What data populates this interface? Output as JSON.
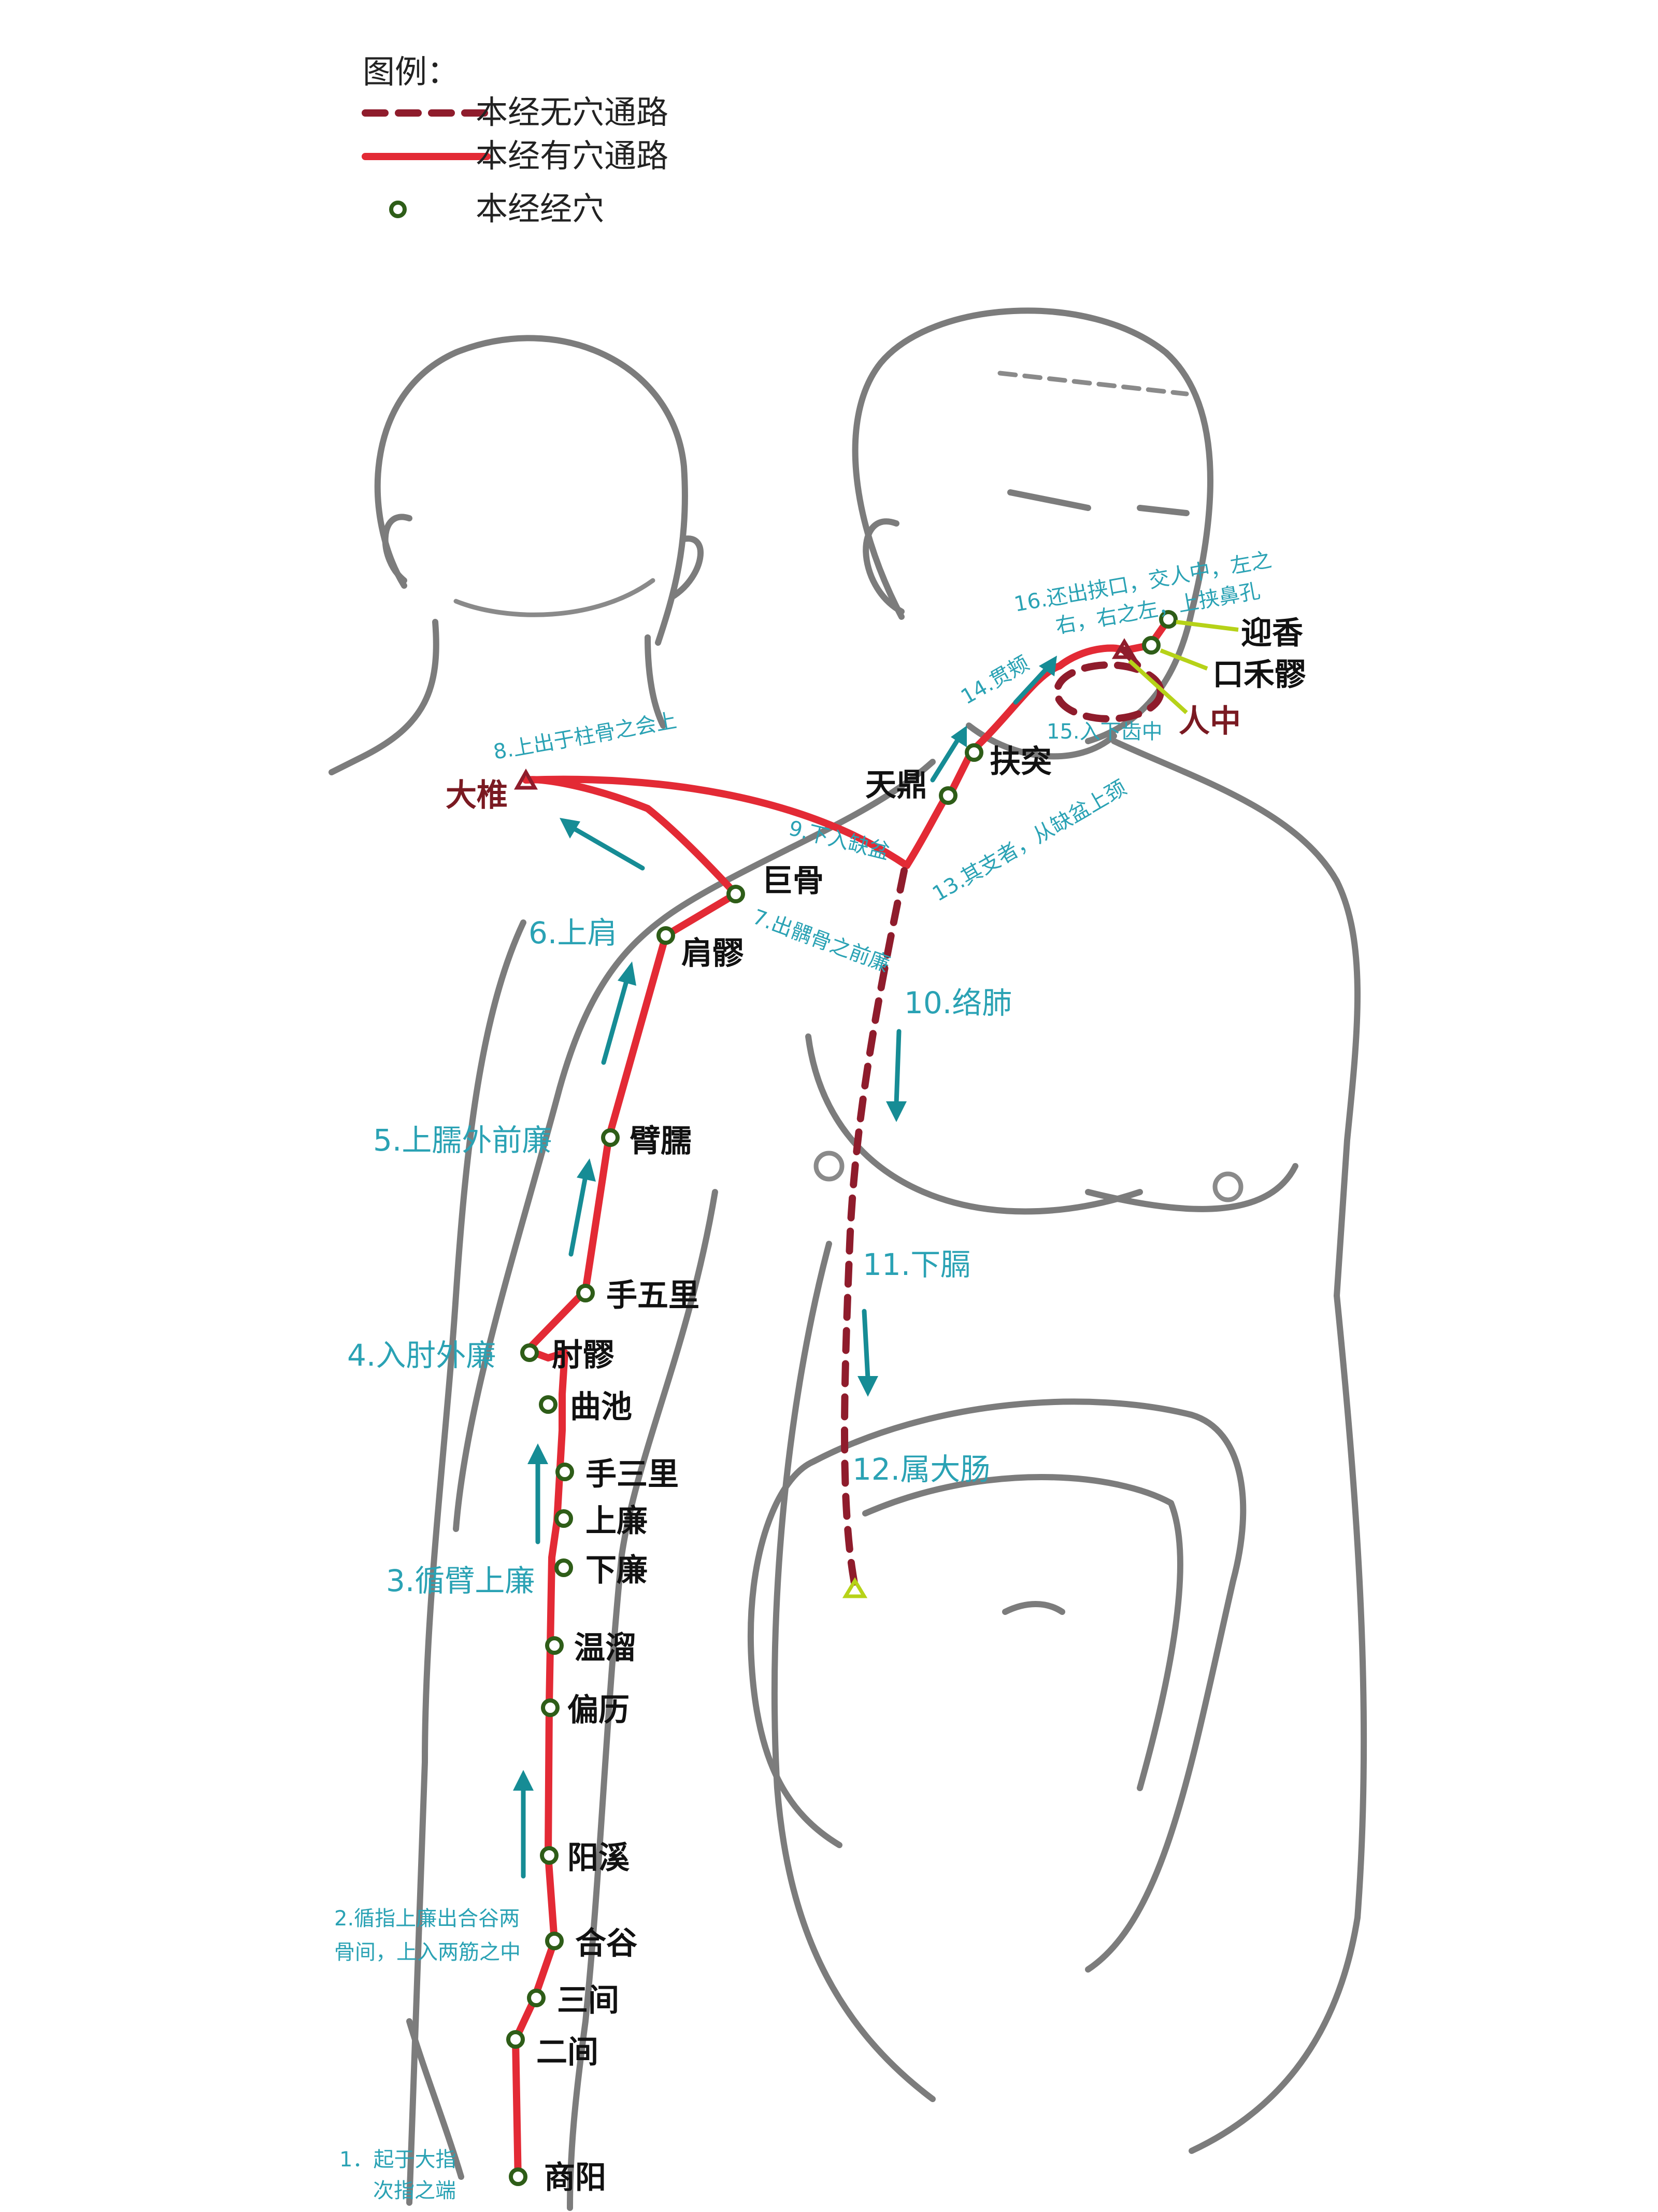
{
  "legend": {
    "title": "图例：",
    "items": [
      {
        "label": "本经无穴通路"
      },
      {
        "label": "本经有穴通路"
      },
      {
        "label": "本经经穴"
      }
    ]
  },
  "colors": {
    "solid_path": "#e32a35",
    "dashed_path": "#8f1c2c",
    "point_stroke": "#2e5d18",
    "step_text": "#2aa2b4",
    "arrow": "#168c95",
    "outline": "#7c7c7c",
    "special_label": "#7a1a22",
    "leader": "#b6d218"
  },
  "acupoints": {
    "shangyang": "商阳",
    "erjian": "二间",
    "sanjian": "三间",
    "hegu": "合谷",
    "yangxi": "阳溪",
    "pianli": "偏历",
    "wenliu": "温溜",
    "xialian": "下廉",
    "shanglian": "上廉",
    "shousanli": "手三里",
    "quchi": "曲池",
    "zhouliao": "肘髎",
    "shouwuli": "手五里",
    "binao": "臂臑",
    "jianyu": "肩髎",
    "jugu": "巨骨",
    "dazhui": "大椎",
    "tianding": "天鼎",
    "futu": "扶突",
    "yingxiang": "迎香",
    "kouheliao": "口禾髎",
    "renzhong": "人中"
  },
  "steps": {
    "s1a": "1．起于大指",
    "s1b": "次指之端",
    "s2a": "2.循指上廉出合谷两",
    "s2b": "骨间，上入两筋之中",
    "s3": "3.循臂上廉",
    "s4": "4.入肘外廉",
    "s5": "5.上臑外前廉",
    "s6": "6.上肩",
    "s7": "7.出髃骨之前廉",
    "s8": "8.上出于柱骨之会上",
    "s9": "9.下入缺盆",
    "s10": "10.络肺",
    "s11": "11.下膈",
    "s12": "12.属大肠",
    "s13": "13.其支者，从缺盆上颈",
    "s14": "14.贯颊",
    "s15": "15.入下齿中",
    "s16a": "16.还出挟口，交人中，左之",
    "s16b": "右，右之左，上挟鼻孔"
  }
}
